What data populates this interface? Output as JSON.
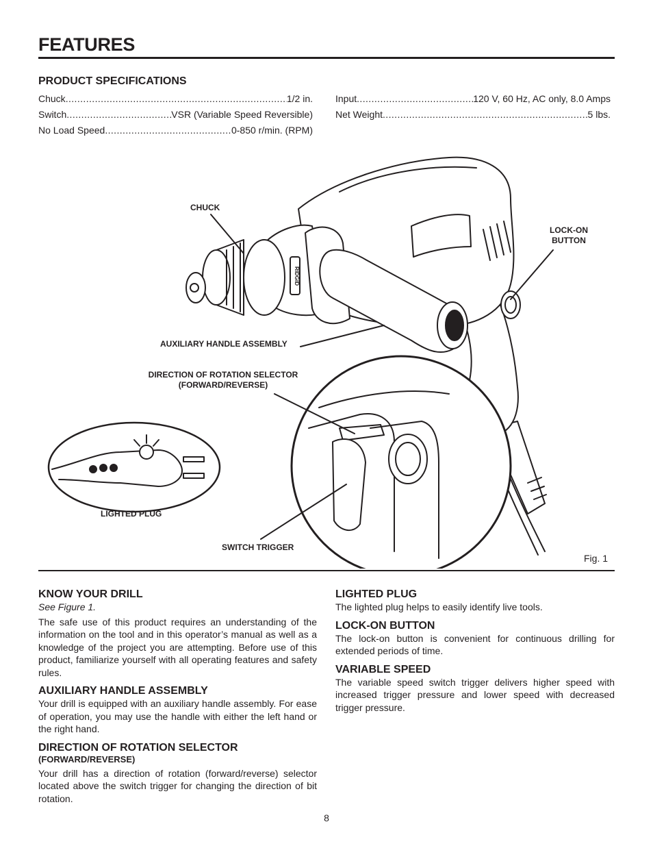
{
  "page_title": "FEATURES",
  "specs": {
    "heading": "PRODUCT SPECIFICATIONS",
    "left": [
      {
        "label": "Chuck ",
        "value": " 1/2 in."
      },
      {
        "label": "Switch",
        "value": " VSR (Variable Speed Reversible)"
      },
      {
        "label": "No Load Speed ",
        "value": "0-850 r/min. (RPM)"
      }
    ],
    "right": [
      {
        "label": "Input ",
        "value": " 120 V, 60 Hz, AC only, 8.0 Amps"
      },
      {
        "label": "Net Weight",
        "value": " 5 lbs."
      }
    ]
  },
  "figure": {
    "callouts": {
      "chuck": "CHUCK",
      "lock_on_1": "LOCK-ON",
      "lock_on_2": "BUTTON",
      "aux_handle": "AUXILIARY HANDLE ASSEMBLY",
      "direction_1": "DIRECTION OF ROTATION SELECTOR",
      "direction_2": "(FORWARD/REVERSE)",
      "lighted_plug": "LIGHTED PLUG",
      "switch_trigger": "SWITCH TRIGGER"
    },
    "brand_mark": "RIDGID",
    "fig_label": "Fig. 1"
  },
  "sections": {
    "know": {
      "heading": "KNOW YOUR DRILL",
      "subnote": "See Figure 1.",
      "body": "The safe use of this product requires an understanding of the information on the tool and in this operator’s manual as well as a knowledge of the project you are attempting. Before use of this product, familiarize yourself with all operating features and safety rules."
    },
    "aux": {
      "heading": "AUXILIARY HANDLE ASSEMBLY",
      "body": "Your drill is equipped with an auxiliary handle assembly. For ease of operation, you may use the handle with either the left hand or the right hand."
    },
    "direction": {
      "heading": "DIRECTION OF ROTATION SELECTOR",
      "subheading": "(FORWARD/REVERSE)",
      "body": "Your drill has a direction of rotation (forward/reverse) selector located above the switch trigger for changing the direction of bit rotation."
    },
    "plug": {
      "heading": "LIGHTED PLUG",
      "body": "The lighted plug helps to easily identify live tools."
    },
    "lockon": {
      "heading": "LOCK-ON BUTTON",
      "body": "The lock-on button is convenient for continuous drilling for extended periods of time."
    },
    "speed": {
      "heading": "VARIABLE SPEED",
      "body": "The variable speed switch trigger delivers higher speed with increased trigger pressure and lower speed with decreased trigger pressure."
    }
  },
  "page_number": "8"
}
